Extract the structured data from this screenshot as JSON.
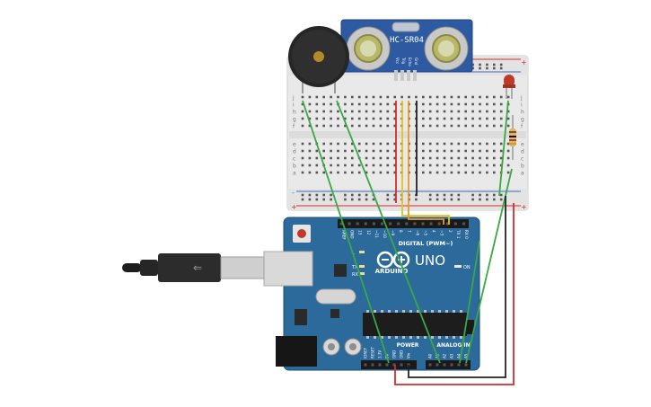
{
  "sensor": {
    "label": "HC-SR04",
    "pins": [
      "Vcc",
      "Trig",
      "Echo",
      "Gnd"
    ]
  },
  "breadboard": {
    "rows_top": [
      "j",
      "i",
      "h",
      "g",
      "f"
    ],
    "rows_bottom": [
      "e",
      "d",
      "c",
      "b",
      "a"
    ],
    "rail_plus": "+",
    "rail_minus": "-",
    "col_start": 1,
    "col_end": 30
  },
  "arduino": {
    "brand": "ARDUINO",
    "model": "UNO",
    "digital_label": "DIGITAL (PWM~)",
    "power_label": "POWER",
    "analog_label": "ANALOG IN",
    "on_label": "ON",
    "tx_label": "TX",
    "rx_label": "RX",
    "l_label": "L",
    "digital_pins": [
      "AREF",
      "GND",
      "13",
      "12",
      "~11",
      "~10",
      "~9",
      "8",
      "7",
      "~6",
      "~5",
      "4",
      "~3",
      "2",
      "TX 1",
      "RX 0"
    ],
    "power_pins": [
      "IOREF",
      "RESET",
      "3.3V",
      "5V",
      "GND",
      "GND",
      "Vin"
    ],
    "analog_pins": [
      "A0",
      "A1",
      "A2",
      "A3",
      "A4",
      "A5"
    ]
  },
  "colors": {
    "board": "#2b6a9a",
    "board_dark": "#1e4f76",
    "breadboard": "#e9e9e9",
    "wire_red": "#d12c2c",
    "wire_black": "#222222",
    "wire_green": "#3aa844",
    "wire_yellow": "#e6c21a",
    "wire_orange": "#e69a2b",
    "led": "#c0392b",
    "sensor": "#2d5aa0"
  },
  "icons": [
    "usb-cable-icon",
    "buzzer-icon",
    "led-icon",
    "resistor-icon",
    "ultrasonic-sensor-icon"
  ]
}
